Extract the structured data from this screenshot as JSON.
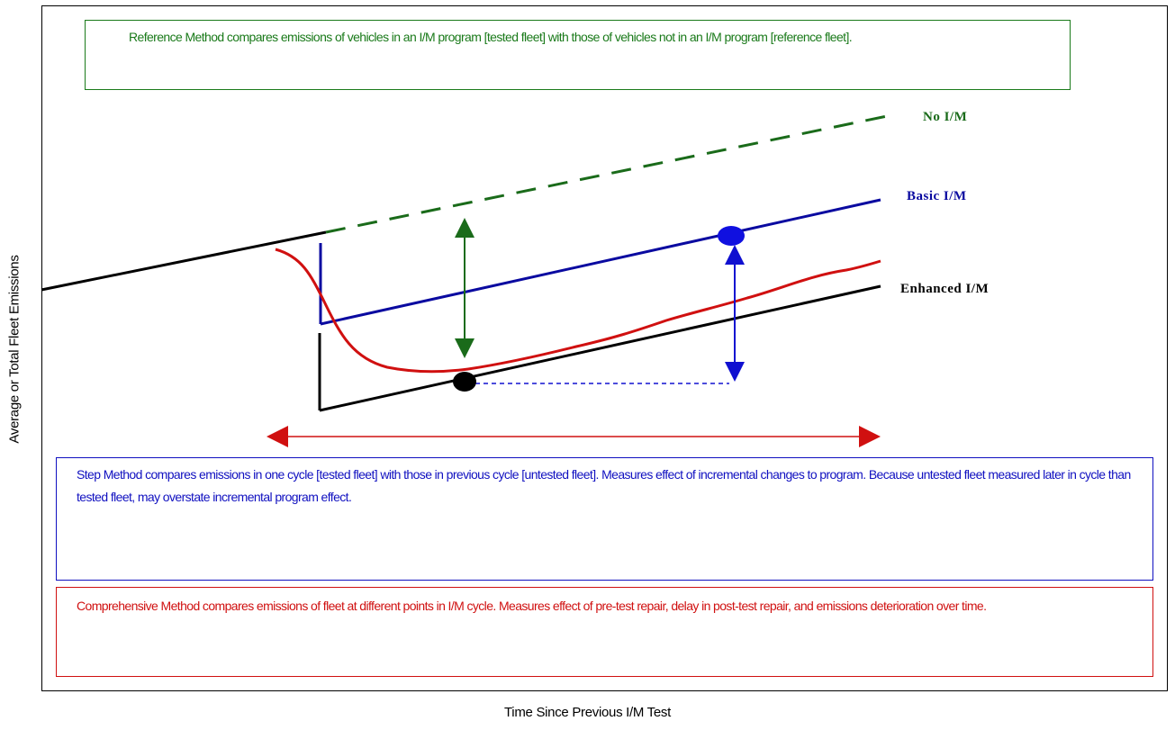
{
  "boxes": {
    "reference": {
      "text": "Reference Method compares emissions of vehicles in an I/M program [tested fleet] with those of vehicles not in an I/M program [reference fleet].",
      "color": "#1a7a1a"
    },
    "step": {
      "text": "Step Method compares emissions in one cycle [tested fleet] with those in previous cycle [untested fleet]. Measures effect of incremental changes to program. Because untested fleet measured later in cycle than tested fleet, may overstate incremental program effect.",
      "color": "#1010c0"
    },
    "comprehensive": {
      "text": "Comprehensive Method compares emissions of fleet at different points in I/M cycle. Measures effect of pre-test repair, delay in post-test repair, and emissions deterioration over time.",
      "color": "#d01010"
    }
  },
  "lines": {
    "no_im": {
      "label": "No I/M",
      "color": "#1a6b1a"
    },
    "basic_im": {
      "label": "Basic I/M",
      "color": "#0a0aa0"
    },
    "enhanced_im": {
      "label": "Enhanced I/M",
      "color": "#000000"
    },
    "comprehensive_curve": {
      "color": "#d01010"
    }
  },
  "axes": {
    "y_label": "Average or Total Fleet Emissions",
    "x_label": "Time Since Previous I/M Test"
  },
  "colors": {
    "reference_arrow": "#1a6b1a",
    "step_arrow": "#1010d0",
    "comprehensive_arrow": "#d01010"
  }
}
